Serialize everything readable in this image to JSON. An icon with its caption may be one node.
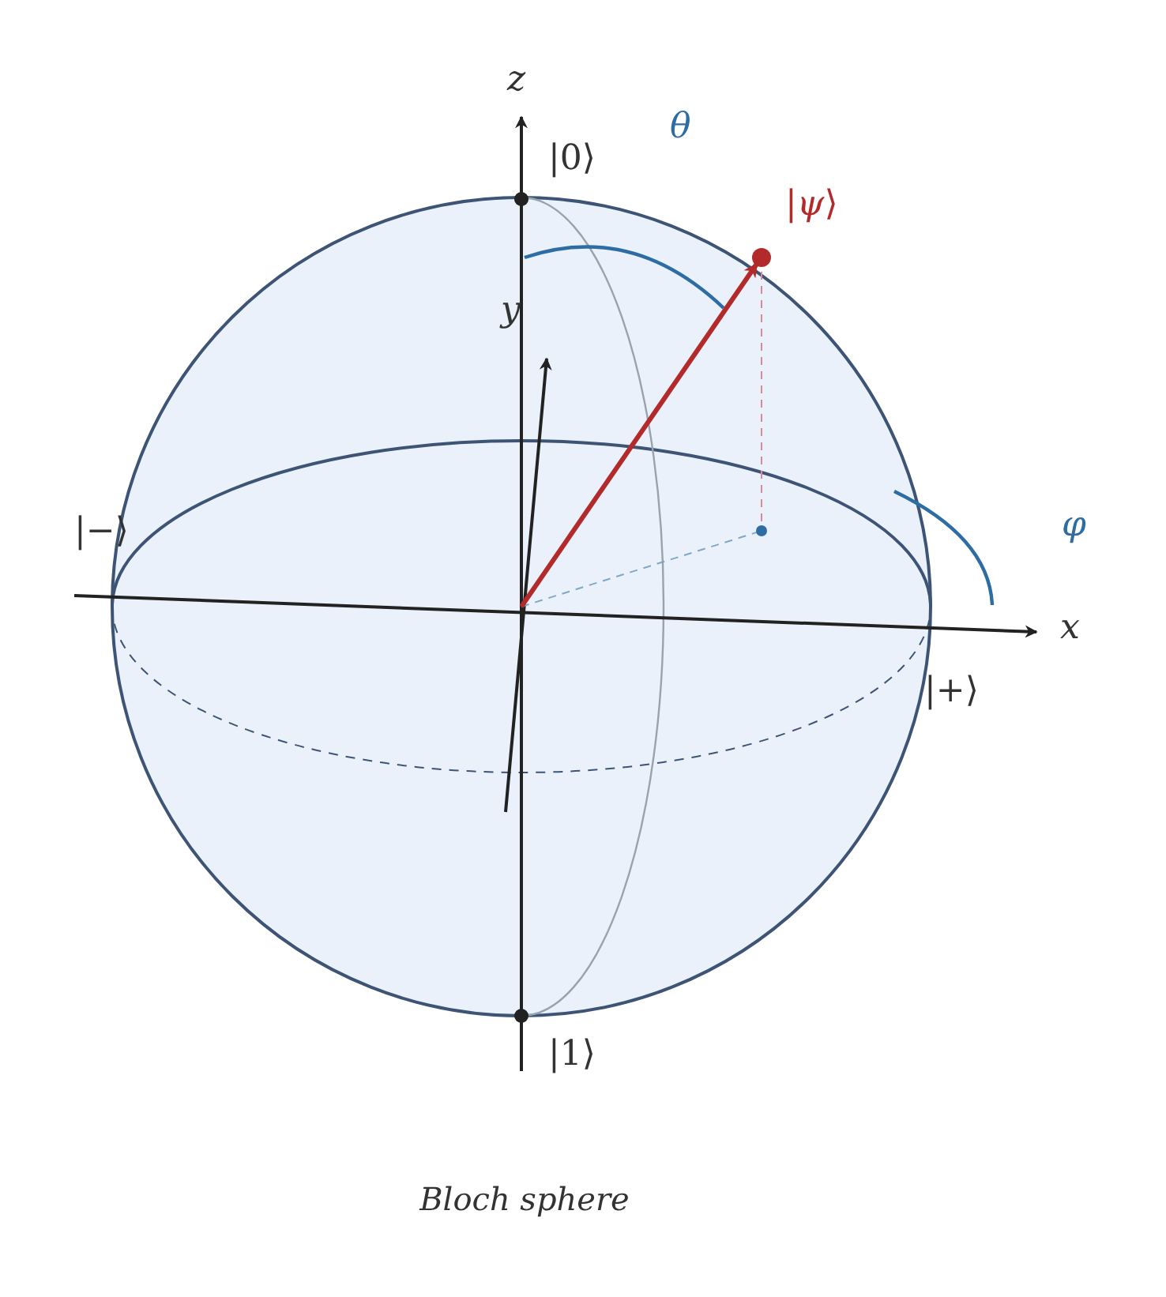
{
  "diagram": {
    "caption": "Bloch sphere",
    "labels": [
      "z",
      "θ",
      "|0⟩",
      "|*ψ*⟩",
      "y",
      "|−⟩",
      "φ",
      "x",
      "|+⟩",
      "|1⟩"
    ]
  }
}
